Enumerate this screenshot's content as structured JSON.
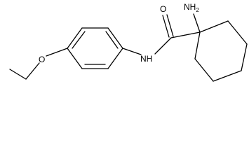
{
  "molecule": {
    "atoms": {
      "oxygen_ether": "O",
      "oxygen_carbonyl": "O",
      "amide_nitrogen": "NH",
      "amine": "NH2"
    },
    "colors": {
      "bond": "#000000",
      "label": "#000000",
      "background": "#ffffff"
    }
  }
}
